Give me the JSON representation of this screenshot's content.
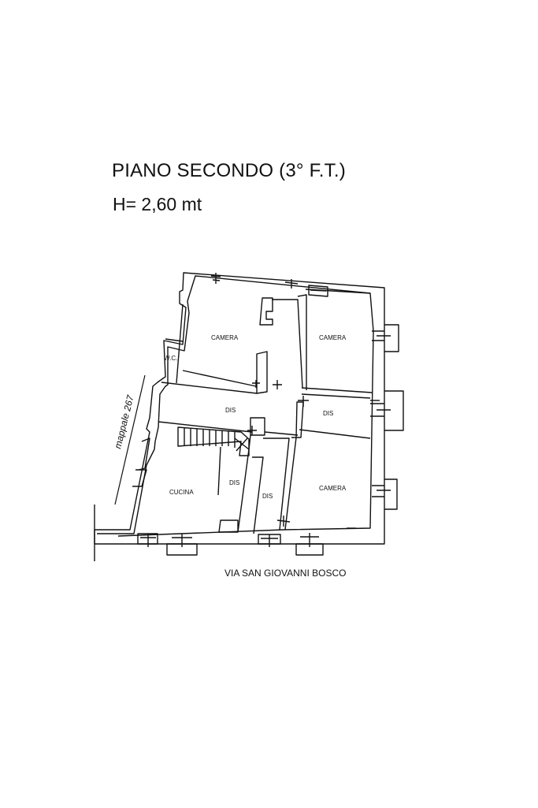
{
  "header": {
    "title": "PIANO SECONDO (3° F.T.)",
    "height_note": "H= 2,60 mt"
  },
  "rooms": {
    "camera_top_left": "CAMERA",
    "camera_top_right": "CAMERA",
    "camera_bottom_right": "CAMERA",
    "wc": "W.C.",
    "dis_center": "DIS",
    "dis_right": "DIS",
    "dis_stair": "DIS",
    "dis_bottom": "DIS",
    "cucina": "CUCINA"
  },
  "labels": {
    "parcel": "mappale 267",
    "street": "VIA SAN GIOVANNI BOSCO"
  }
}
